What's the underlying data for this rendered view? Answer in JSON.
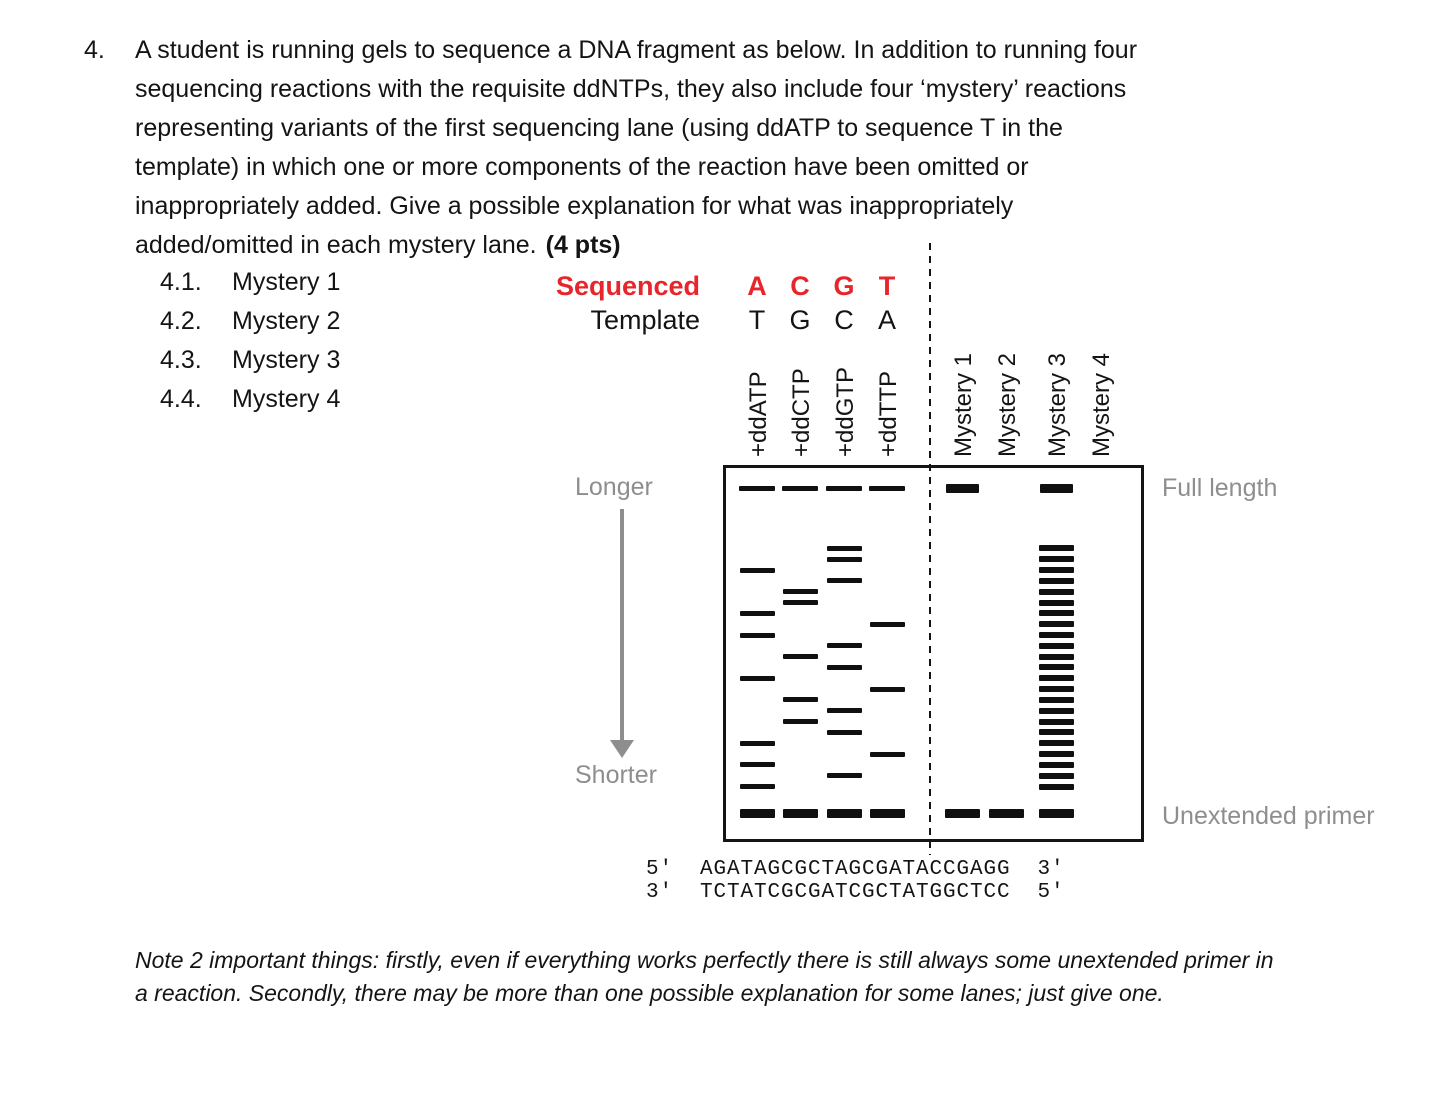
{
  "question": {
    "number": "4.",
    "lines": [
      "A student is running gels to sequence a DNA fragment as below. In addition to running four",
      "sequencing reactions with the requisite ddNTPs, they also include four ‘mystery’ reactions",
      "representing variants of the first sequencing lane (using ddATP to sequence T in the",
      "template) in which one or more components of the reaction have been omitted or",
      "inappropriately added. Give a possible explanation for what was inappropriately",
      "added/omitted in each mystery lane."
    ],
    "points_label": "(4 pts)"
  },
  "subitems": [
    {
      "num": "4.1.",
      "label": "Mystery 1"
    },
    {
      "num": "4.2.",
      "label": "Mystery 2"
    },
    {
      "num": "4.3.",
      "label": "Mystery 3"
    },
    {
      "num": "4.4.",
      "label": "Mystery 4"
    }
  ],
  "gel": {
    "sequenced_label": "Sequenced",
    "template_label": "Template",
    "sequenced_bases": [
      "A",
      "C",
      "G",
      "T"
    ],
    "template_bases": [
      "T",
      "G",
      "C",
      "A"
    ],
    "longer_label": "Longer",
    "shorter_label": "Shorter",
    "full_length_label": "Full length",
    "unextended_label": "Unextended primer",
    "lanes": [
      {
        "label": "+ddATP",
        "mystery": false,
        "full_length": true,
        "unextended": true,
        "rungs": [
          1,
          3,
          5,
          11,
          15,
          17,
          21
        ]
      },
      {
        "label": "+ddCTP",
        "mystery": false,
        "full_length": true,
        "unextended": true,
        "rungs": [
          7,
          9,
          13,
          18,
          19
        ]
      },
      {
        "label": "+ddGTP",
        "mystery": false,
        "full_length": true,
        "unextended": true,
        "rungs": [
          2,
          6,
          8,
          12,
          14,
          20,
          22,
          23
        ]
      },
      {
        "label": "+ddTTP",
        "mystery": false,
        "full_length": true,
        "unextended": true,
        "rungs": [
          4,
          10,
          16
        ]
      },
      {
        "label": "Mystery 1",
        "mystery": true,
        "full_length": true,
        "unextended": true,
        "rungs": []
      },
      {
        "label": "Mystery 2",
        "mystery": true,
        "full_length": false,
        "unextended": true,
        "rungs": []
      },
      {
        "label": "Mystery 3",
        "mystery": true,
        "full_length": true,
        "unextended": true,
        "rungs": [
          1,
          2,
          3,
          4,
          5,
          6,
          7,
          8,
          9,
          10,
          11,
          12,
          13,
          14,
          15,
          16,
          17,
          18,
          19,
          20,
          21,
          22,
          23
        ]
      },
      {
        "label": "Mystery 4",
        "mystery": true,
        "full_length": false,
        "unextended": false,
        "rungs": []
      }
    ]
  },
  "sequence_block": {
    "top_line": "5'  AGATAGCGCTAGCGATACCGAGG  3'",
    "bottom_line": "3'  TCTATCGCGATCGCTATGGCTCC  5'"
  },
  "note": {
    "lines": [
      "Note 2 important things: firstly, even if everything works perfectly there is still always some unextended primer in",
      "a reaction. Secondly, there may be more than one possible explanation for some lanes; just give one."
    ]
  },
  "colors": {
    "red": "#e8252b",
    "gray": "#8e8e8e",
    "band": "#101010"
  }
}
